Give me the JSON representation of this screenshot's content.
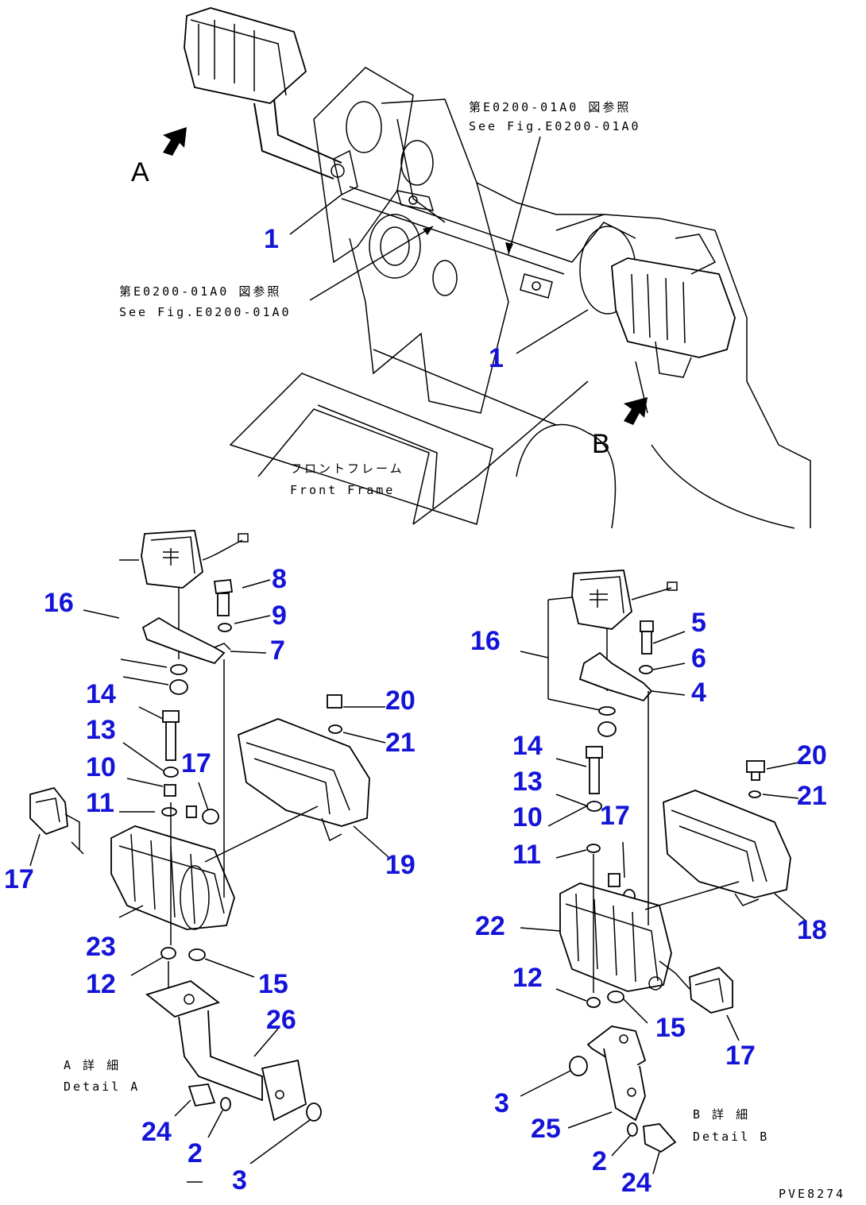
{
  "callouts": {
    "c1a": "1",
    "c1b": "1",
    "l16": "16",
    "l8": "8",
    "l9": "9",
    "l7": "7",
    "l14": "14",
    "l13": "13",
    "l10": "10",
    "l17a": "17",
    "l11": "11",
    "l17b": "17",
    "l23": "23",
    "l12": "12",
    "l15": "15",
    "l26": "26",
    "l24": "24",
    "l2": "2",
    "l3": "3",
    "l20": "20",
    "l21": "21",
    "l19": "19",
    "r16": "16",
    "r5": "5",
    "r6": "6",
    "r4": "4",
    "r14": "14",
    "r13": "13",
    "r10": "10",
    "r17a": "17",
    "r11": "11",
    "r22": "22",
    "r12": "12",
    "r15": "15",
    "r17b": "17",
    "r3": "3",
    "r25": "25",
    "r2": "2",
    "r24": "24",
    "r20": "20",
    "r21": "21",
    "r18": "18"
  },
  "view_labels": {
    "a": "A",
    "b": "B"
  },
  "notes": {
    "ref1_jp": "第E0200-01A0 図参照",
    "ref1_en": "See Fig.E0200-01A0",
    "ref2_jp": "第E0200-01A0 図参照",
    "ref2_en": "See Fig.E0200-01A0",
    "frame_jp": "フロントフレーム",
    "frame_en": "Front Frame",
    "detail_a_jp": "A 詳 細",
    "detail_a_en": "Detail A",
    "detail_b_jp": "B 詳 細",
    "detail_b_en": "Detail B"
  },
  "drawing_code": "PVE8274"
}
